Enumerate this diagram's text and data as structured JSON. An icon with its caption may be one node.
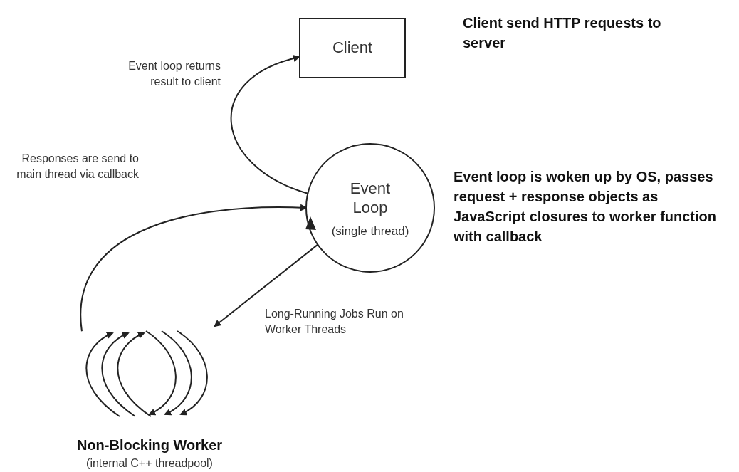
{
  "diagram": {
    "nodes": [
      {
        "text": [
          "Client"
        ]
      },
      {
        "text": [
          "Event Loop",
          "(single thread)"
        ]
      },
      {
        "text": [
          "Non-Blocking Worker",
          "(internal C++ threadpool)"
        ]
      }
    ],
    "edges": [
      {
        "from": 1,
        "to": 0,
        "arrow": "to",
        "label": "Event loop returns result to client"
      },
      {
        "from": 2,
        "to": 1,
        "arrow": "to",
        "label": "Responses are send to main thread via callback"
      },
      {
        "from": 1,
        "to": 2,
        "arrow": "to",
        "label": "Long-Running Jobs Run on Worker Threads"
      }
    ],
    "labels": [
      "Client send HTTP requests to server",
      "Event loop is woken up by OS, passes request + response objects as JavaScript closures to worker function with callback"
    ]
  }
}
